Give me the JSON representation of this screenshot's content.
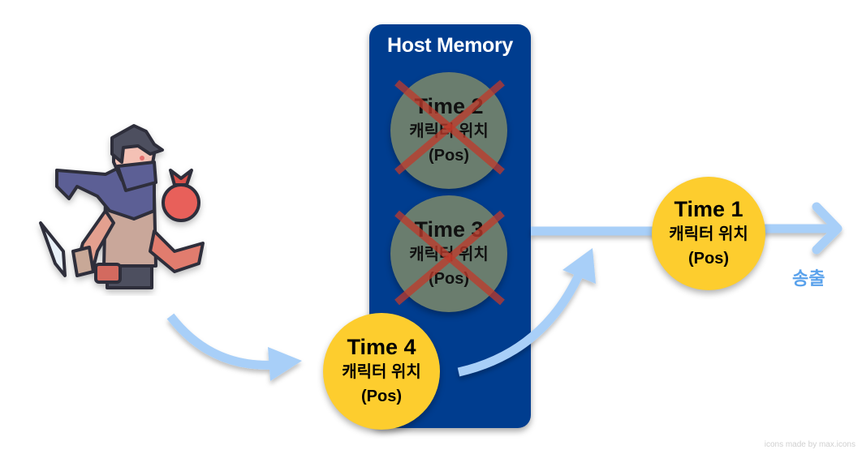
{
  "host_memory": {
    "title": "Host Memory",
    "items": [
      {
        "time": "Time 2",
        "label": "캐릭터 위치",
        "sub": "(Pos)",
        "status": "discarded"
      },
      {
        "time": "Time 3",
        "label": "캐릭터 위치",
        "sub": "(Pos)",
        "status": "discarded"
      }
    ]
  },
  "incoming": {
    "time": "Time 4",
    "label": "캐릭터 위치",
    "sub": "(Pos)"
  },
  "outgoing": {
    "time": "Time 1",
    "label": "캐릭터 위치",
    "sub": "(Pos)"
  },
  "send_label": "송출",
  "credit": "icons made by max.icons",
  "colors": {
    "host_bg": "#003d8f",
    "discarded_bubble": "#6a7d6e",
    "active_bubble": "#fdcd2e",
    "arrow": "#a8cff8",
    "cross": "#c0392b",
    "send_text": "#5aa2ec"
  }
}
